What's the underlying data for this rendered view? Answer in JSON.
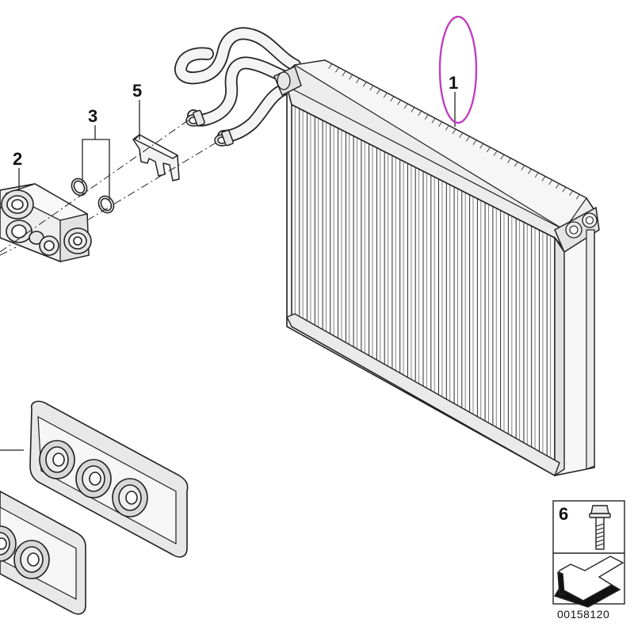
{
  "diagram": {
    "labels": {
      "part_1": "1",
      "part_2": "2",
      "part_3": "3",
      "part_5": "5",
      "part_6": "6"
    },
    "document_number": "00158120",
    "highlight_color": "#c040c0",
    "line_color": "#222222",
    "fill_light": "#f4f4f4",
    "fill_mid": "#e6e6e6",
    "fill_dark": "#cfcfcf"
  }
}
